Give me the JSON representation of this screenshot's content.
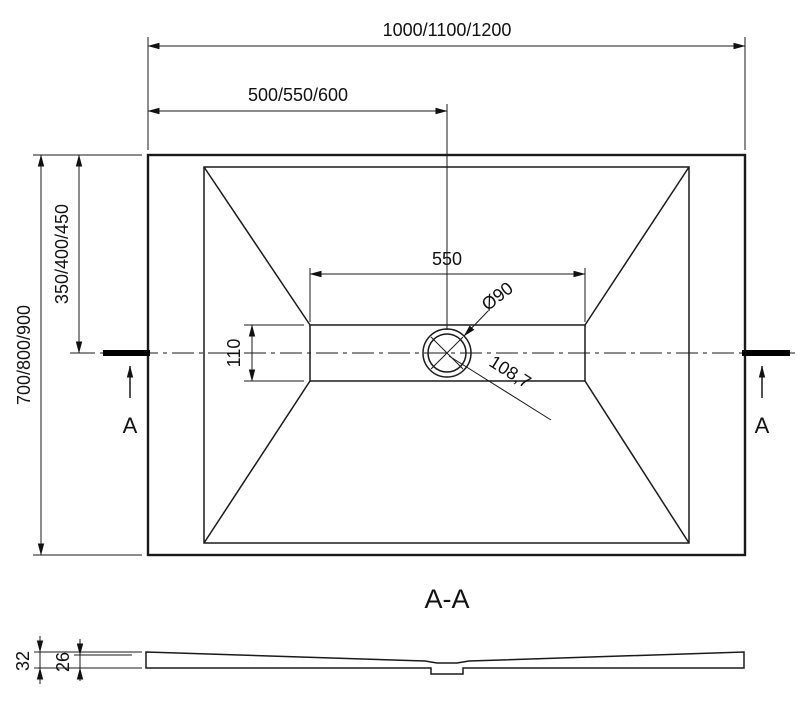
{
  "top_view": {
    "dims": {
      "overall_width": "1000/1100/1200",
      "half_width": "500/550/600",
      "overall_depth": "700/800/900",
      "half_depth": "350/400/450",
      "drain_zone_width": "550",
      "drain_zone_height": "110",
      "drain_diameter": "Ø90",
      "drain_diagonal": "108,7"
    },
    "section_marker": "A"
  },
  "section_view": {
    "label": "A-A",
    "dims": {
      "edge_thickness": "32",
      "tray_thickness": "26"
    }
  },
  "colors": {
    "line": "#1a1a1a",
    "background": "#ffffff"
  }
}
